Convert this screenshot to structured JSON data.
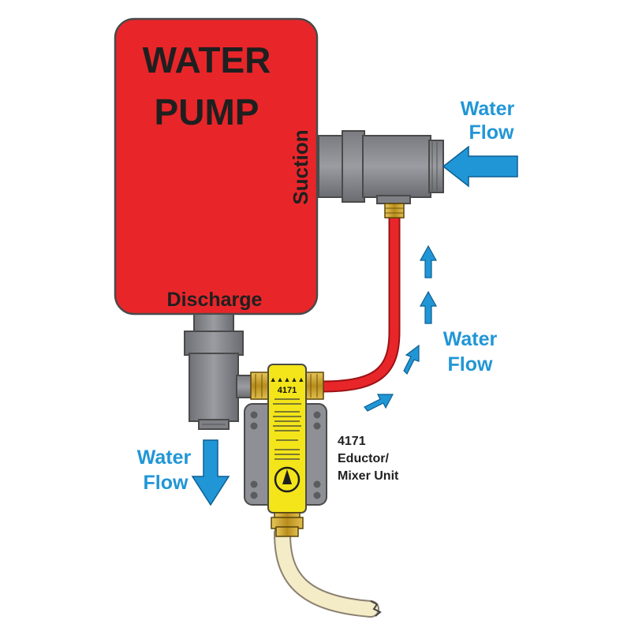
{
  "pump": {
    "title_line1": "WATER",
    "title_line2": "PUMP",
    "suction_label": "Suction",
    "discharge_label": "Discharge"
  },
  "flow_labels": {
    "inlet": {
      "line1": "Water",
      "line2": "Flow"
    },
    "bypass": {
      "line1": "Water",
      "line2": "Flow"
    },
    "outlet": {
      "line1": "Water",
      "line2": "Flow"
    }
  },
  "eductor": {
    "model": "4171",
    "caption_line1": "4171",
    "caption_line2": "Eductor/",
    "caption_line3": "Mixer Unit"
  },
  "colors": {
    "pump_red": "#e8262a",
    "pipe_gray": "#85878c",
    "arrow_blue": "#2196d6",
    "hose_red": "#e8262a",
    "eductor_yellow": "#f3e51a",
    "brass": "#c9a227",
    "tube_cream": "#f4ebc7"
  }
}
